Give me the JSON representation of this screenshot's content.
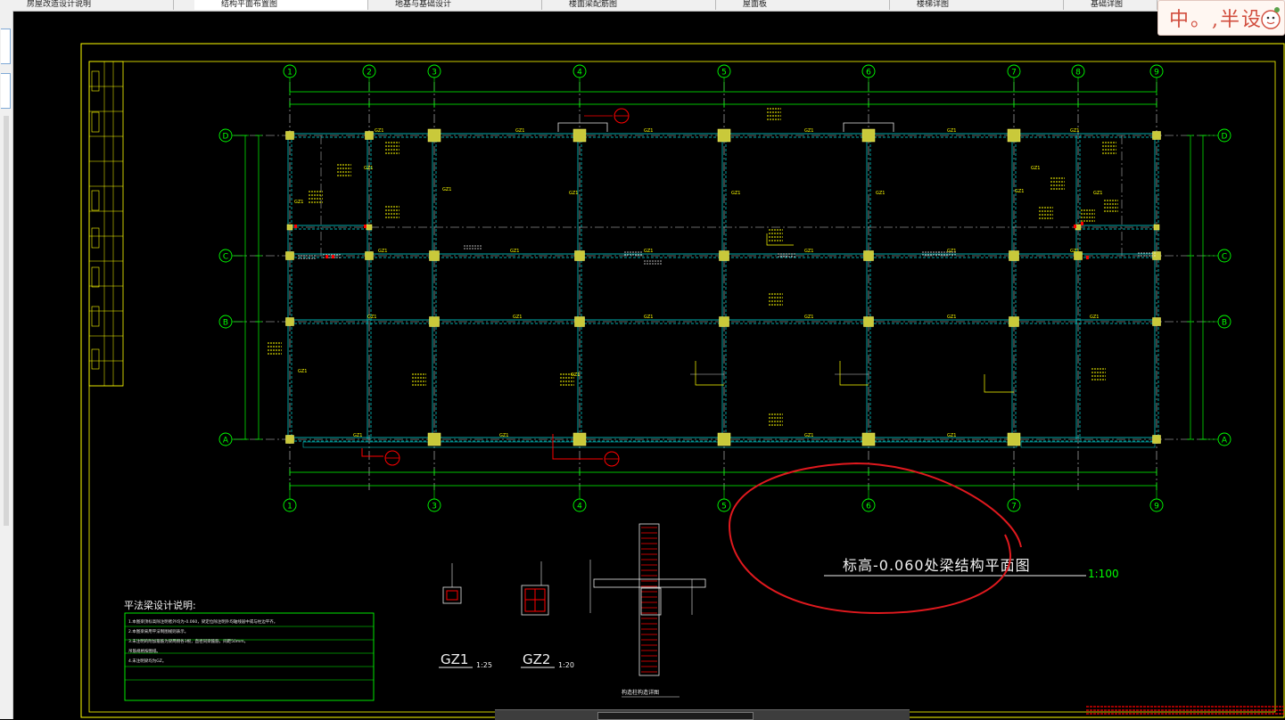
{
  "tabs": [
    {
      "label": "房屋改造设计说明",
      "active": false
    },
    {
      "label": "结构平面布置图",
      "active": true
    },
    {
      "label": "地基与基础设计",
      "active": false
    },
    {
      "label": "楼面梁配筋图",
      "active": false
    },
    {
      "label": "屋面板",
      "active": false
    },
    {
      "label": "楼梯详图",
      "active": false
    },
    {
      "label": "基础详图",
      "active": false
    }
  ],
  "ime": {
    "text": "中。,半设"
  },
  "drawing": {
    "title": "标高-0.060处梁结构平面图",
    "scale": "1:100",
    "top_axes": [
      "1",
      "2",
      "3",
      "4",
      "5",
      "6",
      "7",
      "8",
      "9"
    ],
    "bottom_axes": [
      "1",
      "3",
      "4",
      "5",
      "6",
      "7",
      "9"
    ],
    "row_axes": [
      "D",
      "C",
      "B",
      "A"
    ],
    "notes_title": "平法梁设计说明:",
    "notes": [
      "1.本图梁顶标高除注明者外均为-0.060，梁定位除注明外均轴线居中或与柱边平齐。",
      "2.本图梁采用平法制图规则表示。",
      "3.未注明的附加箍筋为梁两侧各3根，直径同梁箍筋，间距50mm。",
      "  吊筋规格按图纸。",
      "4.未注明梁均为GZ。"
    ],
    "details": [
      {
        "name": "GZ1",
        "scale": "1:25"
      },
      {
        "name": "GZ2",
        "scale": "1:20"
      }
    ],
    "detail_caption": "构造柱构造详图"
  },
  "colors": {
    "grid": "#00ff00",
    "frame": "#ffff00",
    "beam": "#00e5e5",
    "annotation": "#ff0000",
    "column": "#c9c93a"
  }
}
